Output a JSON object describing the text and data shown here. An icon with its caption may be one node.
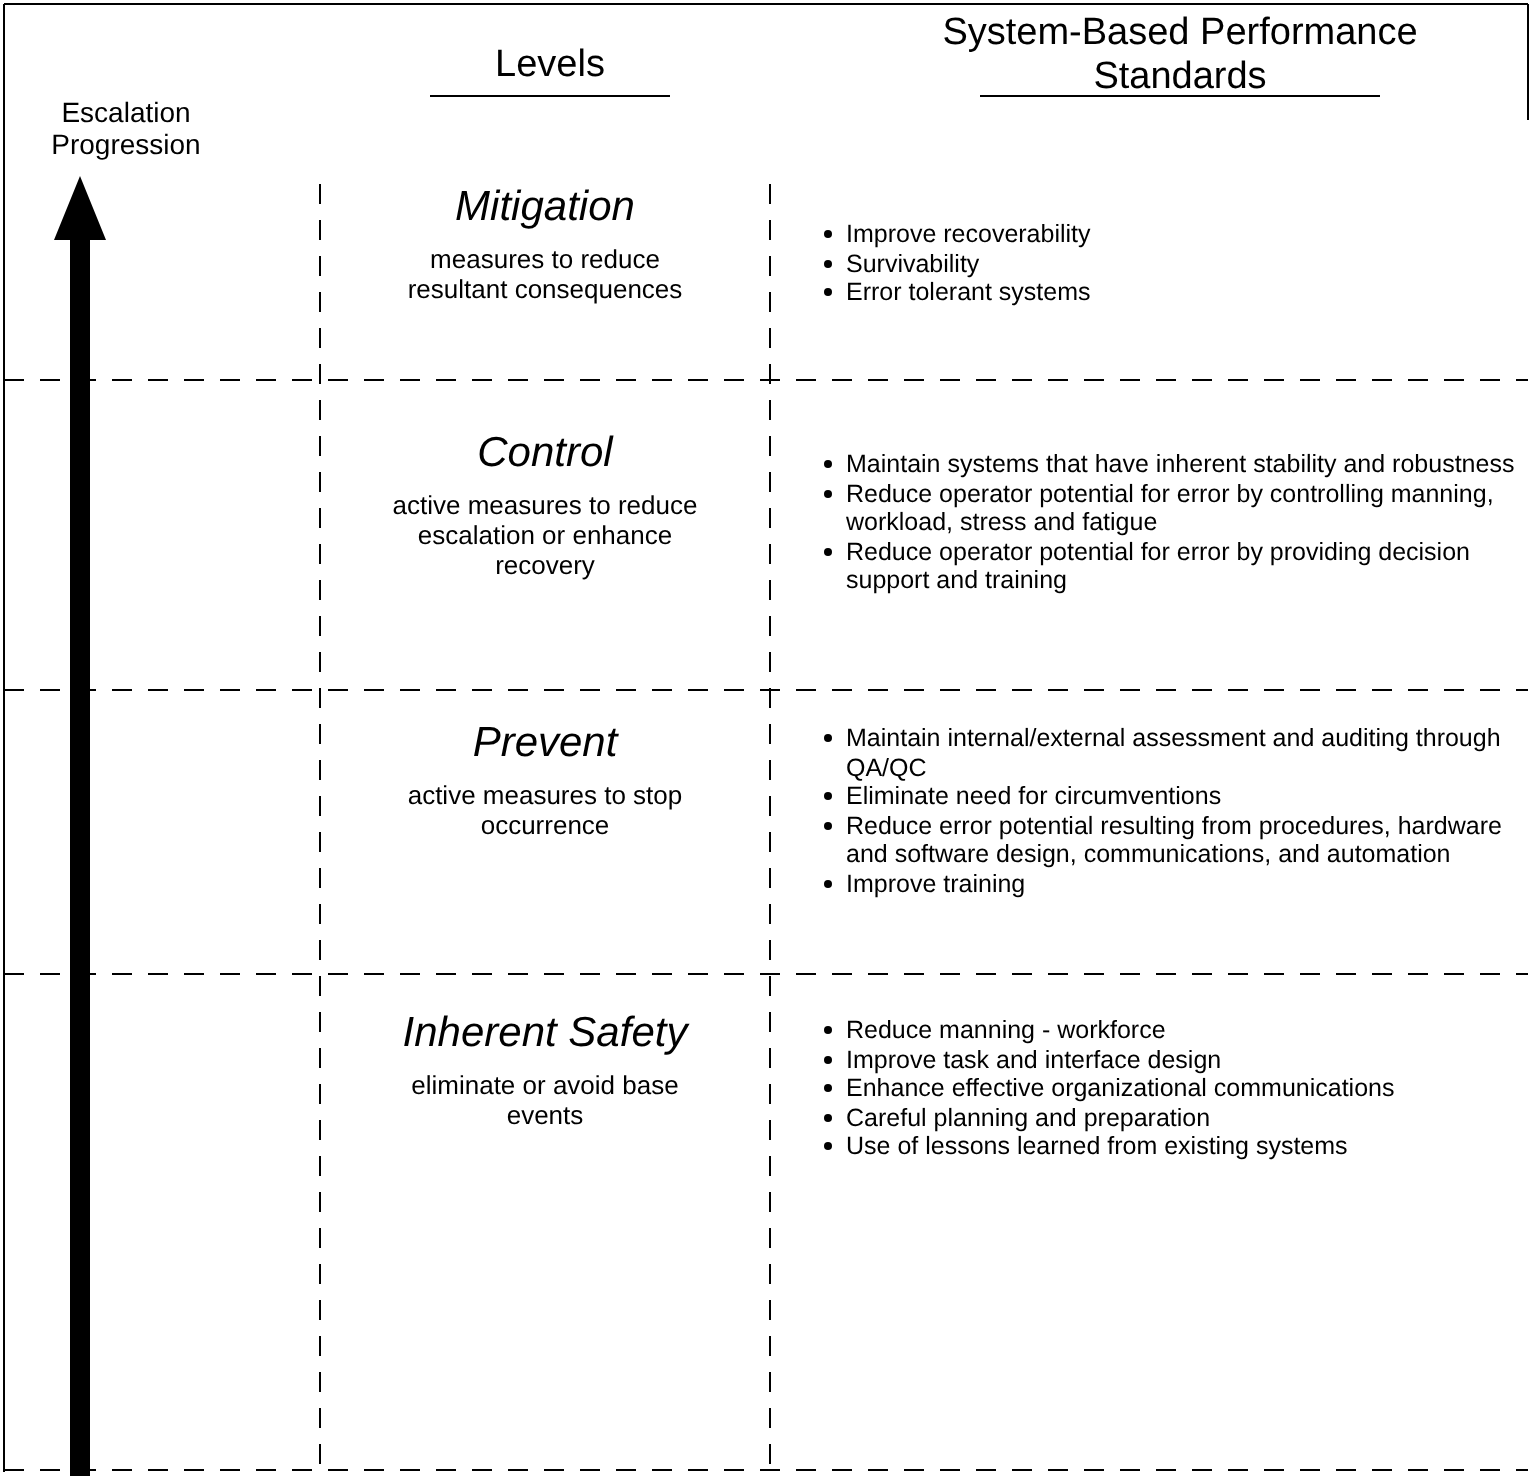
{
  "diagram": {
    "nodes": [
      {
        "text": [
          "Mitigation",
          "measures to reduce resultant consequences"
        ]
      },
      {
        "text": [
          "Improve recoverability",
          "Survivability",
          "Error tolerant systems"
        ]
      },
      {
        "text": [
          "Control",
          "active measures to reduce escalation or enhance recovery"
        ]
      },
      {
        "text": [
          "Maintain systems that have inherent stability and robustness",
          "Reduce operator potential for error by controlling manning, workload, stress and fatigue",
          "Reduce operator potential for error by providing decision support and training"
        ]
      },
      {
        "text": [
          "Prevent",
          "active measures to stop occurrence"
        ]
      },
      {
        "text": [
          "Maintain internal/external assessment and auditing through QA/QC",
          "Eliminate need for circumventions",
          "Reduce error potential resulting from procedures, hardware and software design, communications, and automation",
          "Improve training"
        ]
      },
      {
        "text": [
          "Inherent Safety",
          "eliminate or avoid base events"
        ]
      },
      {
        "text": [
          "Reduce manning - workforce",
          "Improve task and interface design",
          "Enhance effective organizational communications",
          "Careful planning and preparation",
          "Use of lessons learned from existing systems"
        ]
      }
    ],
    "labels": [
      "Levels",
      "System-Based Performance Standards",
      "Escalation Progression"
    ]
  }
}
